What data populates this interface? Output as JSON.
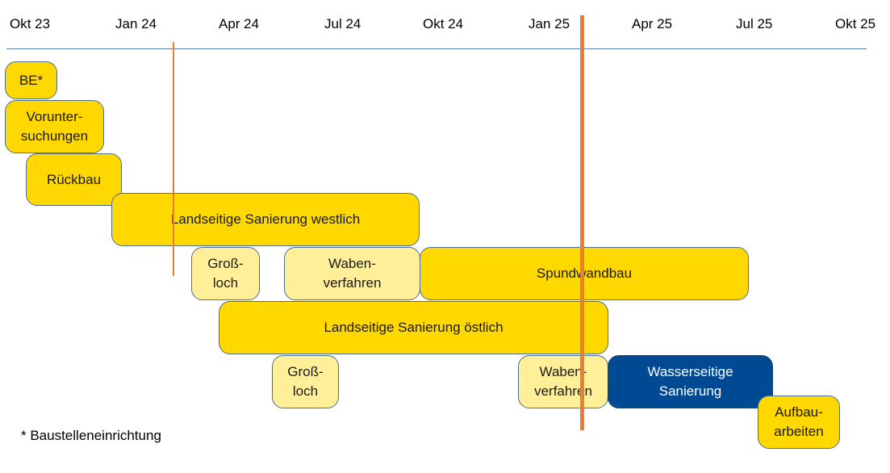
{
  "timeline": {
    "ticks": [
      "Okt 23",
      "Jan 24",
      "Apr 24",
      "Jul 24",
      "Okt 24",
      "Jan 25",
      "Apr 25",
      "Jul 25",
      "Okt 25"
    ]
  },
  "tasks": {
    "be": "BE*",
    "voruntersuchungen": "Vorunter-\nsuchungen",
    "rueckbau": "Rückbau",
    "landseitig_west": "Landseitige Sanierung westlich",
    "grossloch_1": "Groß-\nloch",
    "waben_1": "Waben-\nverfahren",
    "spundwandbau": "Spundwandbau",
    "landseitig_ost": "Landseitige Sanierung östlich",
    "grossloch_2": "Groß-\nloch",
    "waben_2": "Waben-\nverfahren",
    "wasserseitig": "Wasserseitige\nSanierung",
    "aufbau": "Aufbau-\narbeiten"
  },
  "footnote": "* Baustelleneinrichtung",
  "colors": {
    "main_task": "#ffd800",
    "sub_task": "#ffef99",
    "water_task": "#004a94",
    "marker": "#ed7d31",
    "axis": "#5b7fb0"
  }
}
